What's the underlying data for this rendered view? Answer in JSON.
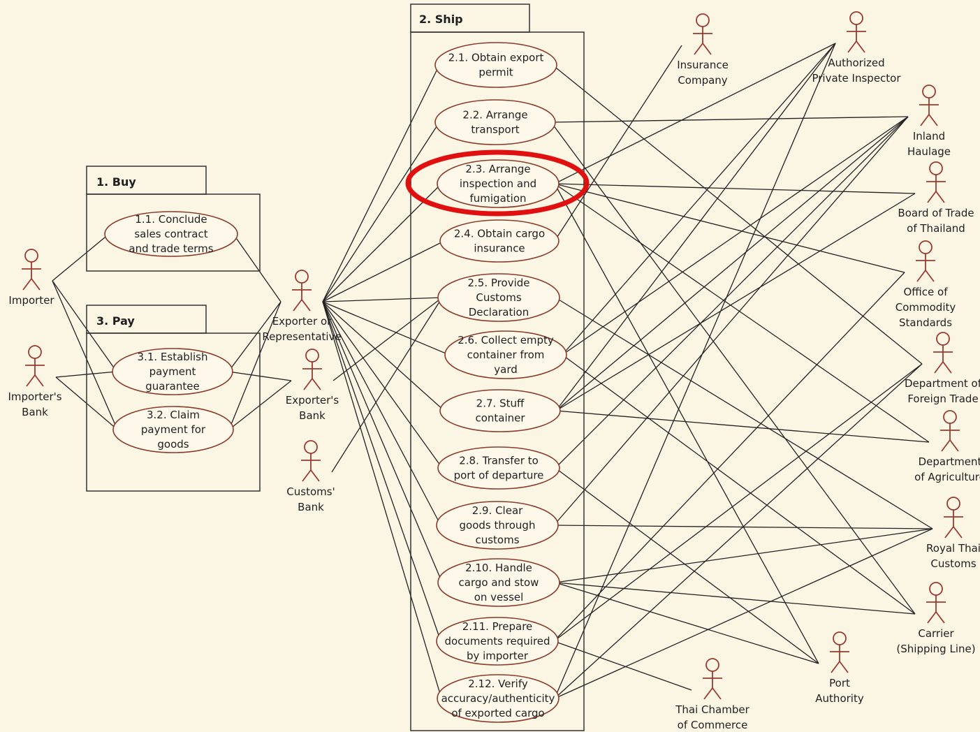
{
  "packages": [
    {
      "id": "buy",
      "title": "1. Buy"
    },
    {
      "id": "pay",
      "title": "3. Pay"
    },
    {
      "id": "ship",
      "title": "2. Ship"
    }
  ],
  "use_cases": [
    {
      "id": "uc11",
      "lines": [
        "1.1. Conclude",
        "sales contract",
        "and trade terms"
      ]
    },
    {
      "id": "uc31",
      "lines": [
        "3.1. Establish",
        "payment",
        "guarantee"
      ]
    },
    {
      "id": "uc32",
      "lines": [
        "3.2. Claim",
        "payment for",
        "goods"
      ]
    },
    {
      "id": "uc21",
      "lines": [
        "2.1. Obtain export",
        "permit"
      ]
    },
    {
      "id": "uc22",
      "lines": [
        "2.2. Arrange",
        "transport"
      ]
    },
    {
      "id": "uc23",
      "lines": [
        "2.3. Arrange",
        "inspection and",
        "fumigation"
      ]
    },
    {
      "id": "uc24",
      "lines": [
        "2.4. Obtain cargo",
        "insurance"
      ]
    },
    {
      "id": "uc25",
      "lines": [
        "2.5. Provide",
        "Customs",
        "Declaration"
      ]
    },
    {
      "id": "uc26",
      "lines": [
        "2.6. Collect empty",
        "container from",
        "yard"
      ]
    },
    {
      "id": "uc27",
      "lines": [
        "2.7. Stuff",
        "container"
      ]
    },
    {
      "id": "uc28",
      "lines": [
        "2.8. Transfer to",
        "port of departure"
      ]
    },
    {
      "id": "uc29",
      "lines": [
        "2.9. Clear",
        "goods through",
        "customs"
      ]
    },
    {
      "id": "uc210",
      "lines": [
        "2.10. Handle",
        "cargo and stow",
        "on vessel"
      ]
    },
    {
      "id": "uc211",
      "lines": [
        "2.11. Prepare",
        "documents required",
        "by importer"
      ]
    },
    {
      "id": "uc212",
      "lines": [
        "2.12. Verify",
        "accuracy/authenticity",
        "of exported cargo"
      ]
    }
  ],
  "actors": [
    {
      "id": "importer",
      "lines": [
        "Importer"
      ]
    },
    {
      "id": "importers_bank",
      "lines": [
        "Importer's",
        "Bank"
      ]
    },
    {
      "id": "exporter",
      "lines": [
        "Exporter or",
        "Representative"
      ]
    },
    {
      "id": "exporters_bank",
      "lines": [
        "Exporter's",
        "Bank"
      ]
    },
    {
      "id": "customs_bank",
      "lines": [
        "Customs'",
        "Bank"
      ]
    },
    {
      "id": "insurance",
      "lines": [
        "Insurance",
        "Company"
      ]
    },
    {
      "id": "inspector",
      "lines": [
        "Authorized",
        "Private Inspector"
      ]
    },
    {
      "id": "inland",
      "lines": [
        "Inland",
        "Haulage"
      ]
    },
    {
      "id": "board",
      "lines": [
        "Board of Trade",
        "of Thailand"
      ]
    },
    {
      "id": "ocs",
      "lines": [
        "Office of",
        "Commodity",
        "Standards"
      ]
    },
    {
      "id": "dft",
      "lines": [
        "Department of",
        "Foreign Trade"
      ]
    },
    {
      "id": "doa",
      "lines": [
        "Department",
        "of Agriculture"
      ]
    },
    {
      "id": "rtc",
      "lines": [
        "Royal Thai",
        "Customs"
      ]
    },
    {
      "id": "carrier",
      "lines": [
        "Carrier",
        "(Shipping Line)"
      ]
    },
    {
      "id": "port",
      "lines": [
        "Port",
        "Authority"
      ]
    },
    {
      "id": "chamber",
      "lines": [
        "Thai Chamber",
        "of  Commerce"
      ]
    }
  ],
  "highlight": {
    "target": "uc23",
    "color": "#e01010"
  },
  "colors": {
    "background": "#fbf5e4",
    "ellipse_stroke": "#8a3a2a",
    "actor_stroke": "#9a3a30",
    "line": "#222222",
    "box": "#333333"
  },
  "edges": [
    [
      "importer",
      "uc11"
    ],
    [
      "importer",
      "uc31"
    ],
    [
      "importer",
      "uc32"
    ],
    [
      "importers_bank",
      "uc31"
    ],
    [
      "importers_bank",
      "uc32"
    ],
    [
      "exporter",
      "uc11"
    ],
    [
      "exporter",
      "uc31"
    ],
    [
      "exporter",
      "uc32"
    ],
    [
      "exporters_bank",
      "uc31"
    ],
    [
      "exporters_bank",
      "uc32"
    ],
    [
      "exporter",
      "uc21"
    ],
    [
      "exporter",
      "uc22"
    ],
    [
      "exporter",
      "uc23"
    ],
    [
      "exporter",
      "uc24"
    ],
    [
      "exporter",
      "uc25"
    ],
    [
      "exporter",
      "uc26"
    ],
    [
      "exporter",
      "uc27"
    ],
    [
      "exporter",
      "uc28"
    ],
    [
      "exporter",
      "uc29"
    ],
    [
      "exporter",
      "uc210"
    ],
    [
      "exporter",
      "uc211"
    ],
    [
      "exporter",
      "uc212"
    ],
    [
      "exporters_bank",
      "uc25"
    ],
    [
      "customs_bank",
      "uc25"
    ],
    [
      "uc21",
      "dft"
    ],
    [
      "uc22",
      "inland"
    ],
    [
      "uc22",
      "carrier"
    ],
    [
      "uc23",
      "inspector"
    ],
    [
      "uc23",
      "board"
    ],
    [
      "uc23",
      "ocs"
    ],
    [
      "uc23",
      "doa"
    ],
    [
      "uc23",
      "port"
    ],
    [
      "uc24",
      "insurance"
    ],
    [
      "uc25",
      "rtc"
    ],
    [
      "uc26",
      "inland"
    ],
    [
      "uc26",
      "carrier"
    ],
    [
      "uc26",
      "inspector"
    ],
    [
      "uc27",
      "inland"
    ],
    [
      "uc27",
      "board"
    ],
    [
      "uc27",
      "doa"
    ],
    [
      "uc27",
      "inspector"
    ],
    [
      "uc28",
      "inland"
    ],
    [
      "uc28",
      "port"
    ],
    [
      "uc29",
      "rtc"
    ],
    [
      "uc29",
      "inland"
    ],
    [
      "uc210",
      "carrier"
    ],
    [
      "uc210",
      "port"
    ],
    [
      "uc210",
      "rtc"
    ],
    [
      "uc211",
      "chamber"
    ],
    [
      "uc211",
      "ocs"
    ],
    [
      "uc211",
      "dft"
    ],
    [
      "uc212",
      "inspector"
    ],
    [
      "uc212",
      "rtc"
    ],
    [
      "uc212",
      "dft"
    ]
  ]
}
